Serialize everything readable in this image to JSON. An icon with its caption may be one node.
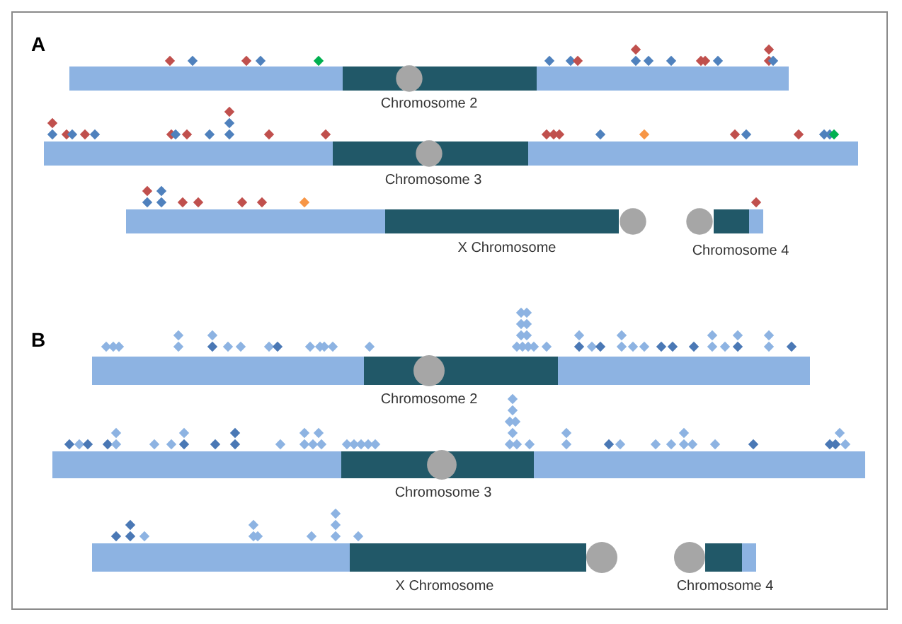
{
  "diagram": {
    "labels": [
      "A",
      "Chromosome 2",
      "Chromosome 3",
      "X Chromosome",
      "Chromosome 4",
      "B",
      "Chromosome 2",
      "Chromosome 3",
      "X Chromosome",
      "Chromosome 4"
    ]
  }
}
